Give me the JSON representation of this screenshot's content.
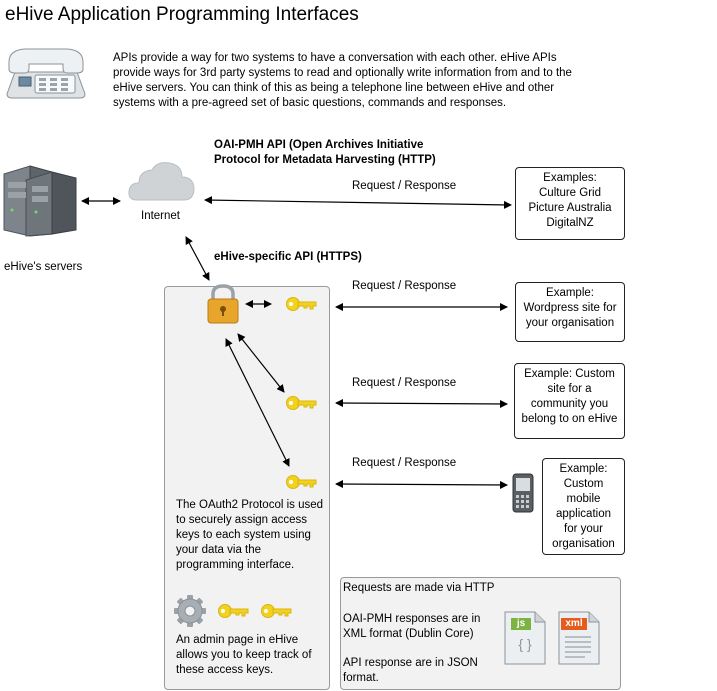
{
  "title": "eHive Application Programming Interfaces",
  "intro": "APIs provide a way for two systems to have a conversation with each other. eHive APIs provide ways for 3rd party systems to read and optionally write information from and to the eHive servers. You can think of this as being a telephone line between eHive and other systems with a pre-agreed set of basic questions, commands and responses.",
  "servers_label": "eHive's servers",
  "internet_label": "Internet",
  "oai_heading": [
    "OAI-PMH API (Open Archives Initiative",
    "Protocol for Metadata Harvesting (HTTP)"
  ],
  "ehive_api_heading": "eHive-specific API (HTTPS)",
  "request_response": "Request / Response",
  "examples_box": [
    "Examples:",
    "Culture Grid",
    "Picture Australia",
    "DigitalNZ"
  ],
  "wordpress_box": [
    "Example:",
    "Wordpress site for",
    "your organisation"
  ],
  "community_box": [
    "Example: Custom",
    "site for a",
    "community you",
    "belong to on eHive"
  ],
  "mobile_box": [
    "Example:",
    "Custom",
    "mobile",
    "application",
    "for your",
    "organisation"
  ],
  "oauth_text": "The OAuth2 Protocol is used to securely assign access keys to each system using your data via the programming interface.",
  "admin_text": "An admin page in eHive allows you to keep track of these access keys.",
  "formats": {
    "requests": "Requests are made via HTTP",
    "oai": "OAI-PMH responses are in XML format (Dublin Core)",
    "api": "API response are in JSON format.",
    "js_badge": "js",
    "xml_badge": "xml",
    "json_glyph": "{ }"
  },
  "colors": {
    "key": "#f2d21f",
    "lock": "#e7a52b",
    "js_badge": "#7cb342",
    "xml_badge": "#e65c1e"
  }
}
